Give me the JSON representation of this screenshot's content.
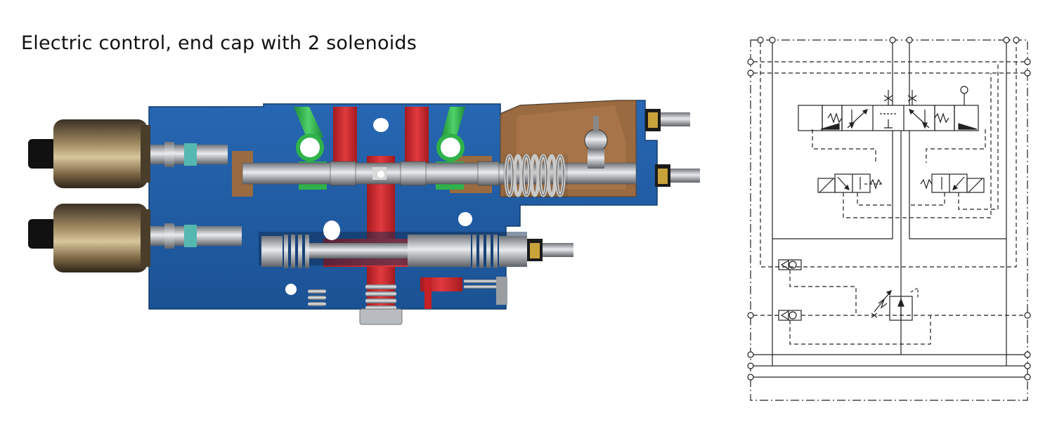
{
  "title": "Electric control, end cap with 2 solenoids",
  "colors": {
    "body_blue": "#1f5fa8",
    "body_blue_dark": "#174a86",
    "channel_red": "#d9262b",
    "channel_green": "#2fb24a",
    "bronze": "#9a6a40",
    "solenoid_brown": "#6e5a3c",
    "steel": "#b9bcc0",
    "schematic_line": "#222222"
  },
  "components": {
    "solenoid_top": "solenoid",
    "solenoid_bottom": "solenoid",
    "spring": "spring",
    "hydraulic_schematic": "hydraulic-schematic"
  }
}
